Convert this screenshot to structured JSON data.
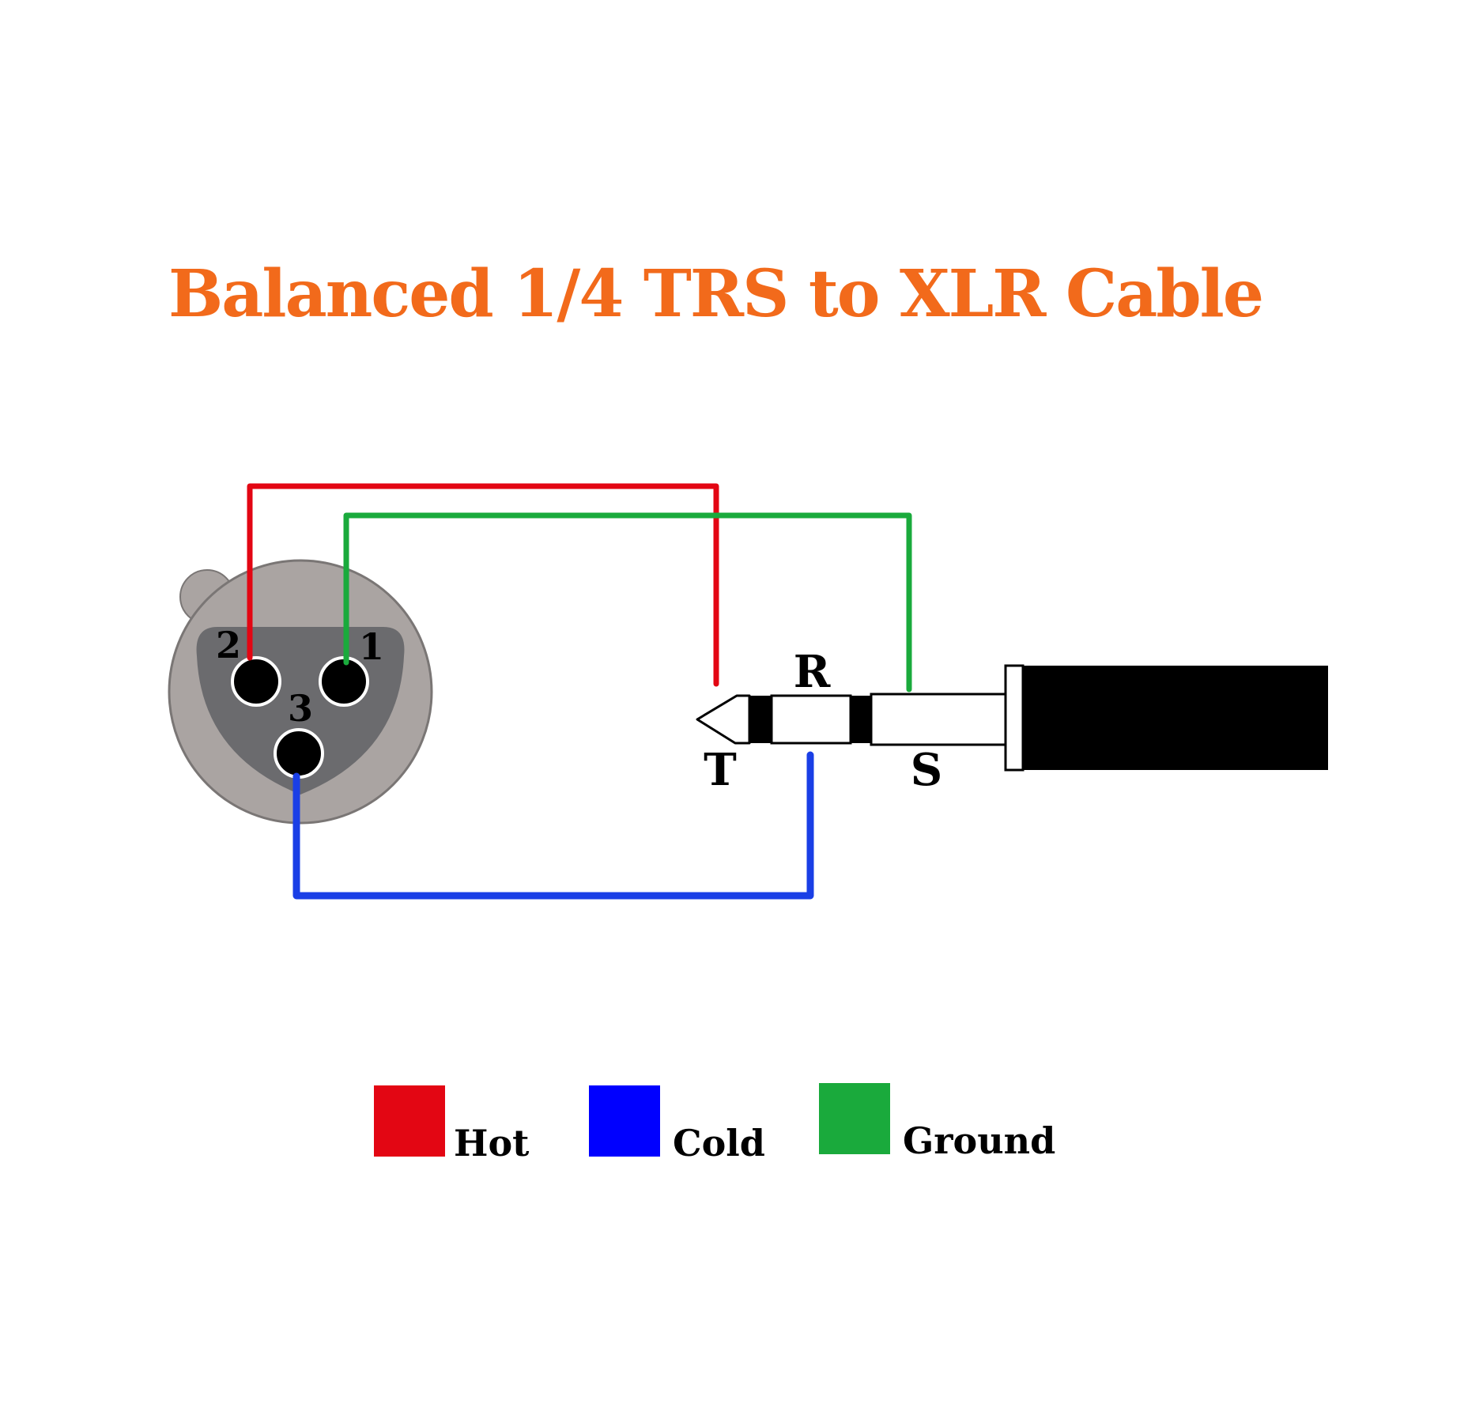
{
  "title": "Balanced 1/4 TRS to XLR Cable",
  "colors": {
    "title": "#f26a1b",
    "hot": "#e30613",
    "cold": "#0000ff",
    "ground": "#1aaa3c",
    "xlr_shell": "#aaa4a2",
    "xlr_face": "#6b6b6e",
    "plug_body": "#000000"
  },
  "xlr": {
    "pins": [
      {
        "number": "2",
        "signal": "hot"
      },
      {
        "number": "1",
        "signal": "ground"
      },
      {
        "number": "3",
        "signal": "cold"
      }
    ]
  },
  "trs": {
    "tip": "T",
    "ring": "R",
    "sleeve": "S"
  },
  "legend": [
    {
      "label": "Hot",
      "color": "#e30613"
    },
    {
      "label": "Cold",
      "color": "#0000ff"
    },
    {
      "label": "Ground",
      "color": "#1aaa3c"
    }
  ]
}
